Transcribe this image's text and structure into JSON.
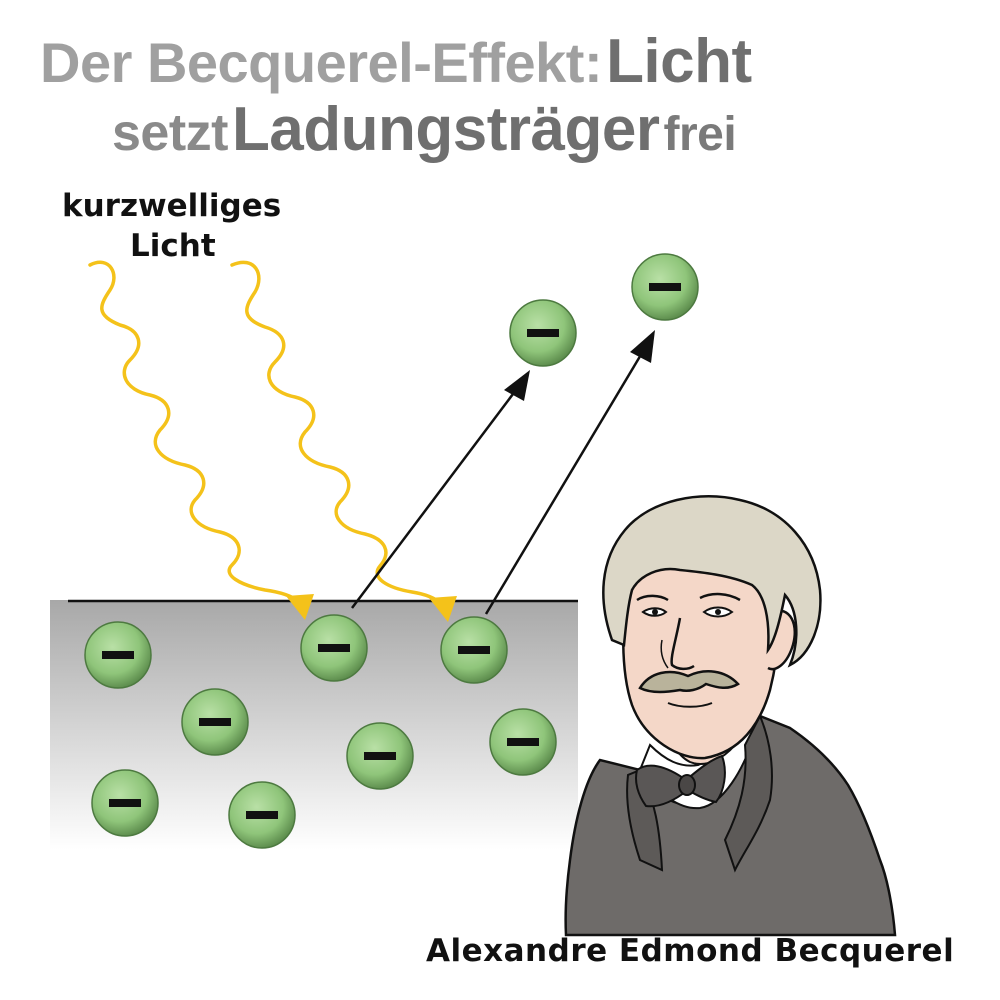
{
  "title": {
    "part1": "Der Becquerel-Effekt:",
    "part2": "Licht",
    "part3": "setzt",
    "part4": "Ladungsträger",
    "part5": "frei"
  },
  "light_label": {
    "line1": "kurzwelliges",
    "line2": "Licht"
  },
  "charge_symbol": "−",
  "portrait_caption": "Alexandre Edmond Becquerel",
  "colors": {
    "electron_fill": "#8fc57a",
    "electron_edge": "#4d7a40",
    "light_wave": "#f4c21a",
    "metal_top": "#a8a8a8",
    "metal_bottom": "#ffffff",
    "arrow": "#111111"
  },
  "icons": {
    "electron": "negative-charge-electron-icon",
    "light": "wavy-light-ray-icon",
    "portrait": "scientist-portrait"
  }
}
